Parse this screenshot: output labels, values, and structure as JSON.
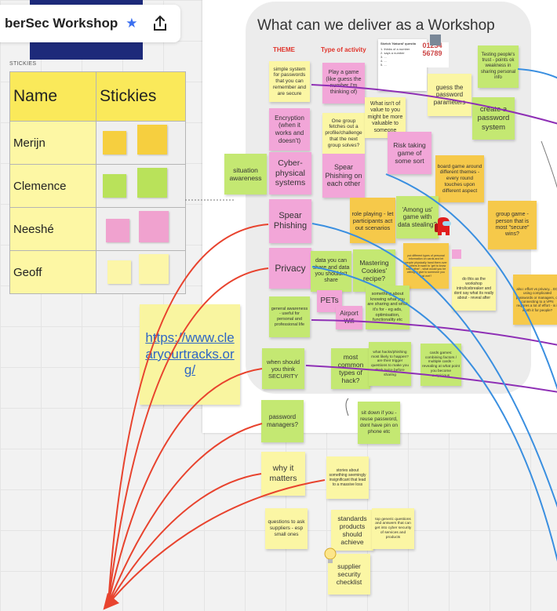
{
  "board": {
    "name": "berSec Workshop"
  },
  "stickies_panel": {
    "caption": "STICKIES",
    "header_name": "Name",
    "header_stickies": "Stickies",
    "rows": [
      "Merijn",
      "Clemence",
      "Neeshé",
      "Geoff"
    ]
  },
  "workshop": {
    "title": "What can we deliver as a Workshop",
    "col_theme": "THEME",
    "col_activity": "Type of activity"
  },
  "url_sticky": {
    "text": "https://www.clearyourtracks.org/"
  },
  "stickies": {
    "simple_system": "simple system for passwords that you can remember and are secure",
    "play_game": "Play a game (like guess the number I'm thinking of)",
    "guess_password": "guess the password parameters",
    "testing_trust": "Testing people's trust - points ok weakness in sharing personal info",
    "create_password": "create a password system",
    "encryption": "Encryption (when it works and doesn't)",
    "one_group": "One group fetches out a profile/challenge that the next group solves?",
    "not_valuable": "What isn't of value to you might be more valuable to someone",
    "risk_taking": "Risk taking game of some sort",
    "situation_awareness": "situation awareness",
    "cyber_physical": "Cyber-physical systems",
    "spear_each_other": "Spear Phishing on each other",
    "board_game": "board game around different themes - every round touches upon different aspect",
    "spear_phishing": "Spear Phishing",
    "role_playing": "role playing - let participants act out scenarios",
    "among_us": "'Among us' game with data stealing?",
    "group_game": "group game - person that is most \"secure\" wins?",
    "put_different": "put different types of personal information on cards and let people physically hand them over to others in want to 'get to know each other' - what would you be willing to give to someone you just met?",
    "do_this": "do this as the workshop intro/icebreaker and dont say what its really about - reveal after",
    "privacy": "Privacy",
    "data_share": "data you can share and data you shouldn't share",
    "mastering_cookies": "Mastering Cookies' recipe?",
    "something_about": "something about knowing what you are sharing and what it's for - eg ads, optimisation, functionality etc",
    "also_effort": "also: effort vs privacy... EG using complicated passwords or managers, or connecting to a VPN requires a lot of effort - is it worth it for people?",
    "pets": "PETs",
    "airport_wifi": "Airport Wifi",
    "general_awareness": "general awareness - useful for personal and professional life",
    "when_secure": "when should you think SECURITY",
    "most_common": "most common types of hack?",
    "what_hacks": "what hacks/phishing most likely to happen? are their trigger questions to make you think twice before sharing",
    "cards_games": "cards games: combining factors / multiple cards - revealing at what point you become suspicious",
    "password_managers": "password managers?",
    "sit_down": "sit down if you - reuse password, dont have pin on phone etc",
    "why_matters": "why it matters",
    "stories_about": "stories about something seemingly insignificant that lead to a massive loss",
    "questions_suppliers": "questions to ask suppliers - esp small ones",
    "standards_products": "standards products should achieve",
    "top_generic": "top generic questions and answers that can get into cyber security of services and products",
    "supplier_checklist": "supplier security checklist"
  },
  "doc_card": {
    "title": "Sketch 'Natural' question...",
    "lines": [
      "1. thinks of a number",
      "2. says a number",
      "3. ...",
      "4. ...",
      "5. ..."
    ]
  },
  "numbers_card": {
    "line1": "01234",
    "line2": "56789"
  },
  "colors": {
    "yellow": "#fbf6a4",
    "green": "#c4e872",
    "orange": "#f6c94a",
    "pink": "#f2a6d8",
    "arrow_red": "#e8432e",
    "arrow_blue": "#3a8fe0",
    "arrow_purple": "#8e2fb5",
    "star_blue": "#3b6ff0"
  },
  "icons": [
    "star-icon",
    "share-icon",
    "among-us-icon",
    "lightbulb-icon"
  ]
}
